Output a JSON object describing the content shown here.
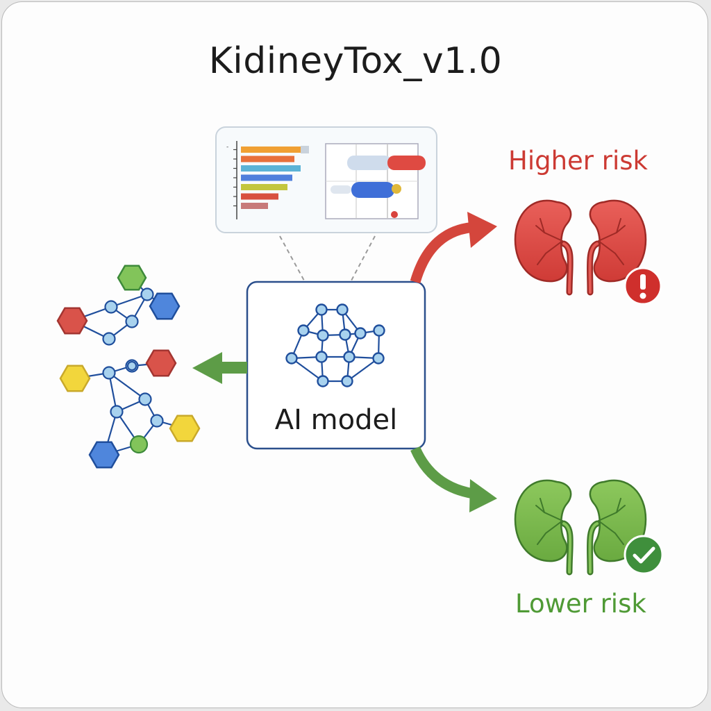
{
  "title": "KidineyTox_v1.0",
  "model": {
    "label": "AI model"
  },
  "outcomes": {
    "higher": {
      "label": "Higher risk",
      "color": "#d8433d",
      "badge_icon": "exclamation-icon"
    },
    "lower": {
      "label": "Lower risk",
      "color": "#79b94a",
      "badge_icon": "check-icon"
    }
  },
  "explain_panel": {
    "bar_colors": [
      "#f0a033",
      "#e8703a",
      "#5cb3d6",
      "#4f7fdc",
      "#c3c63d",
      "#d8503f",
      "#c77a7a"
    ]
  },
  "colors": {
    "arrow_red": "#d4463c",
    "arrow_green": "#5d9c47",
    "node_blue": "#1f4e9c",
    "node_fill": "#a8d2ee"
  }
}
